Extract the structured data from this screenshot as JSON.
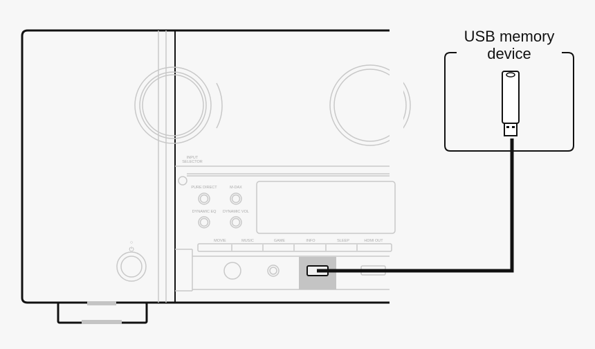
{
  "usb_device": {
    "title_line1": "USB memory",
    "title_line2": "device"
  },
  "receiver": {
    "input_selector_line1": "INPUT",
    "input_selector_line2": "SELECTOR",
    "buttons": [
      "PURE DIRECT",
      "M-DAX",
      "DYNAMIC EQ",
      "DYNAMIC VOL"
    ],
    "mode_buttons": [
      "MOVIE",
      "MUSIC",
      "GAME",
      "INFO",
      "SLEEP",
      "HDMI OUT"
    ]
  },
  "colors": {
    "outline": "#111111",
    "panel_line": "#c8c8c8",
    "usb_highlight": "#c4c4c4",
    "background": "#f7f7f7"
  }
}
